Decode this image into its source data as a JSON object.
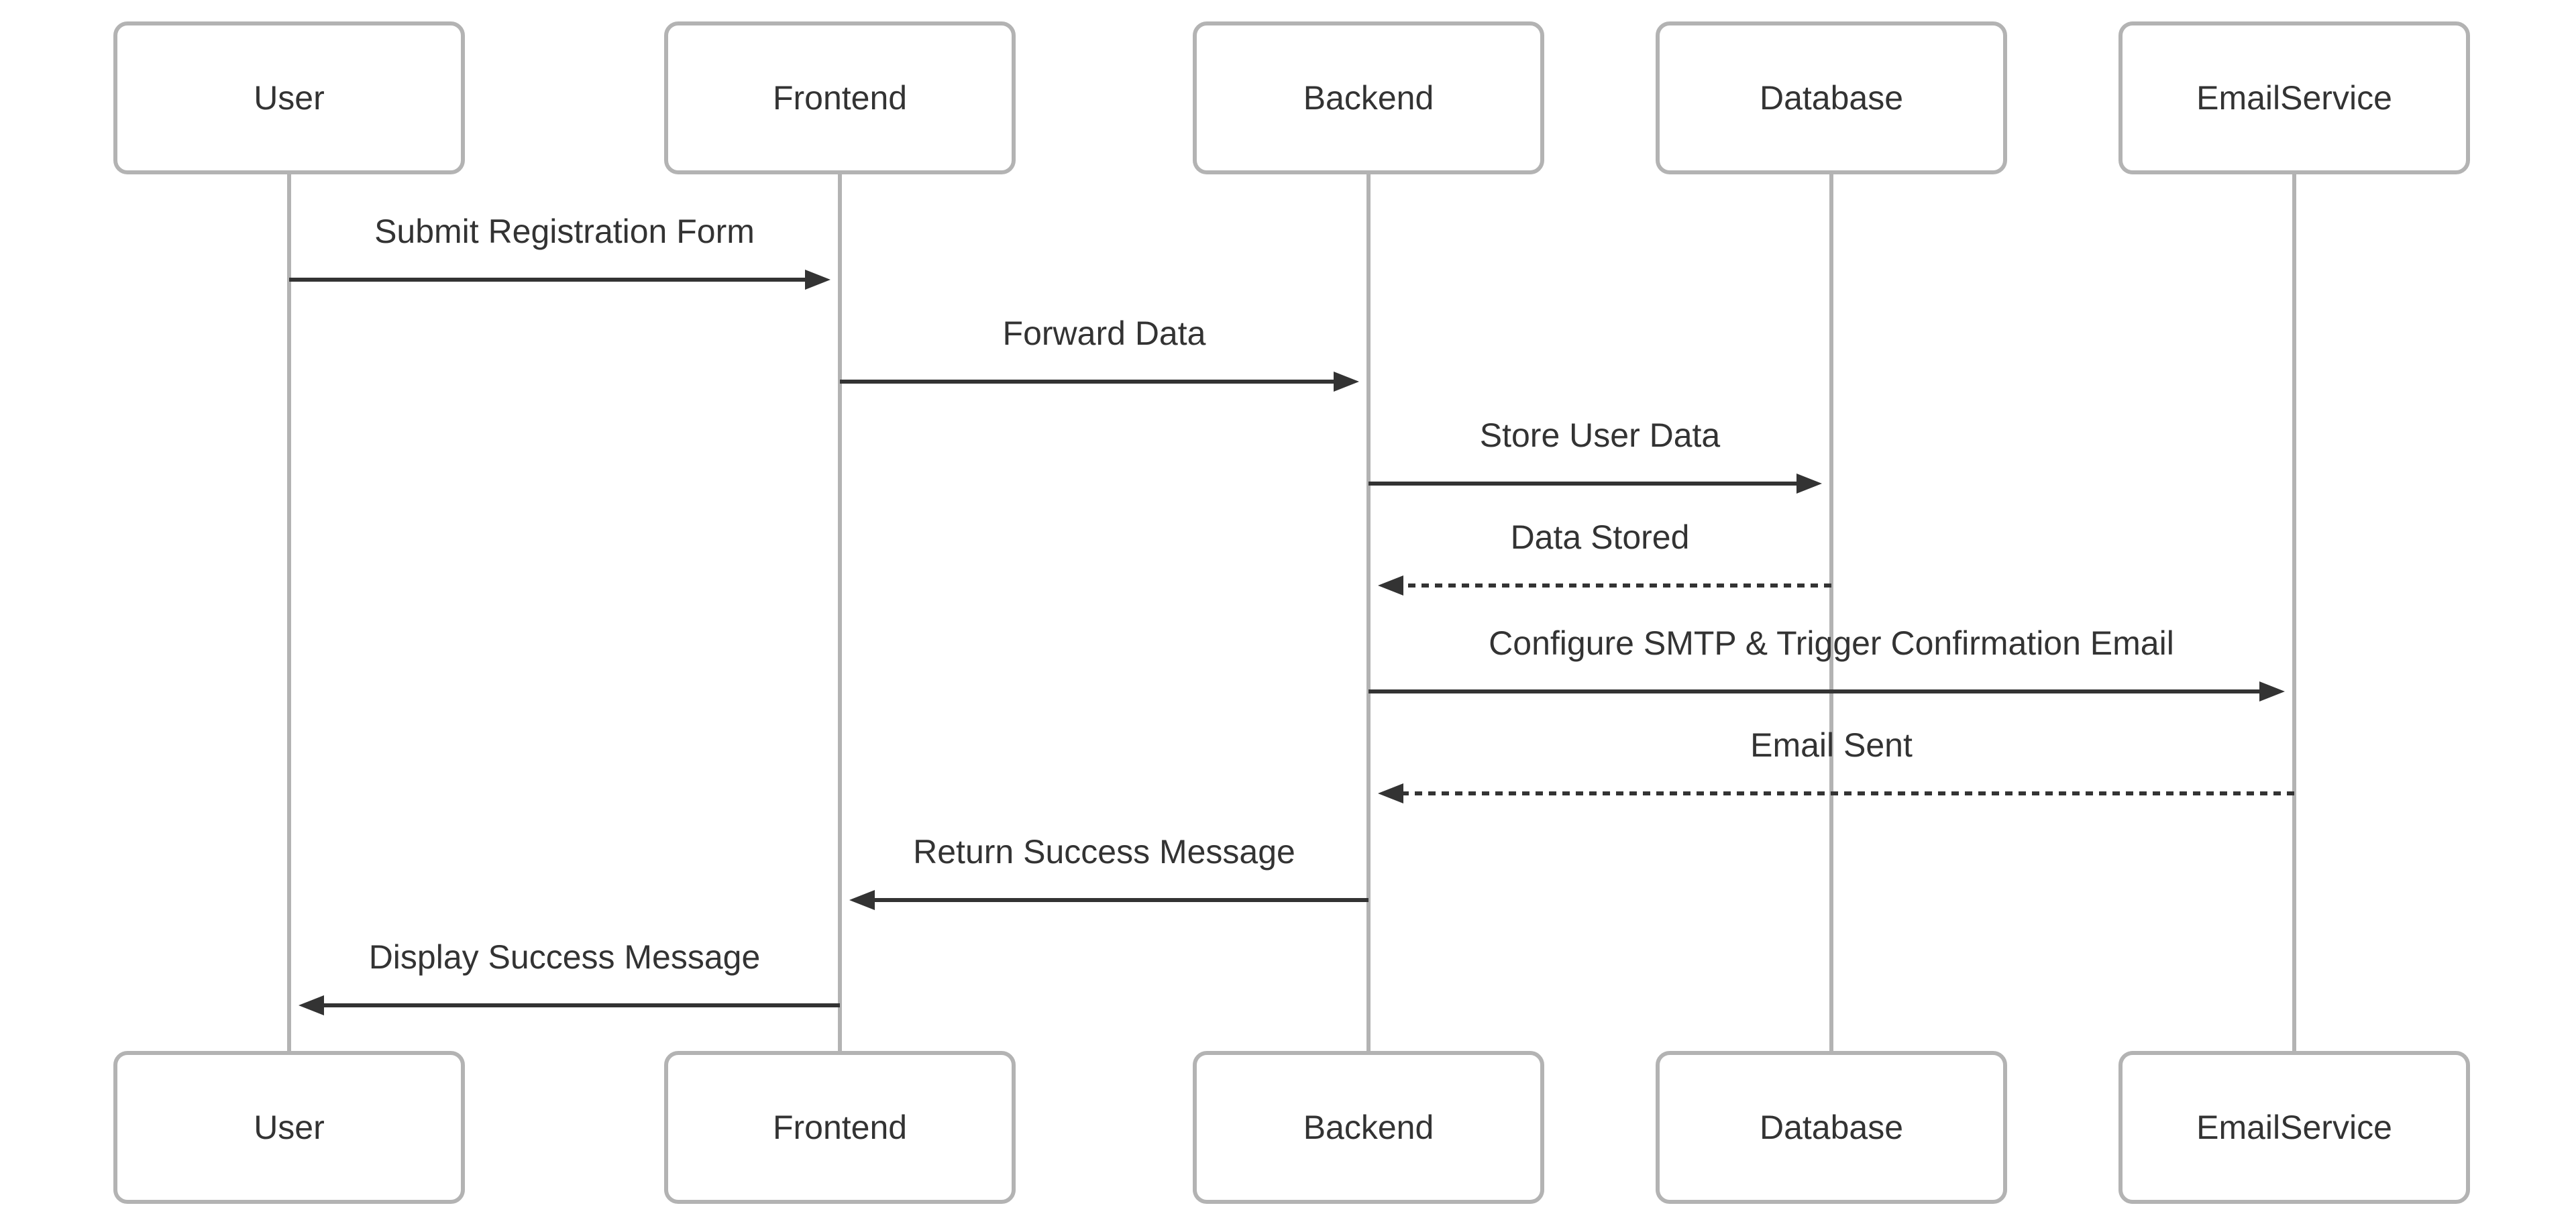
{
  "diagram": {
    "type": "sequence",
    "colors": {
      "actor_border": "#b3b3b3",
      "actor_fill": "#ffffff",
      "lifeline": "#b3b3b3",
      "message": "#333333",
      "text": "#333333"
    },
    "participants": [
      {
        "id": "user",
        "label": "User"
      },
      {
        "id": "frontend",
        "label": "Frontend"
      },
      {
        "id": "backend",
        "label": "Backend"
      },
      {
        "id": "database",
        "label": "Database"
      },
      {
        "id": "emailservice",
        "label": "EmailService"
      }
    ],
    "messages": [
      {
        "from": "user",
        "to": "frontend",
        "label": "Submit Registration Form",
        "style": "solid"
      },
      {
        "from": "frontend",
        "to": "backend",
        "label": "Forward Data",
        "style": "solid"
      },
      {
        "from": "backend",
        "to": "database",
        "label": "Store User Data",
        "style": "solid"
      },
      {
        "from": "database",
        "to": "backend",
        "label": "Data Stored",
        "style": "dashed"
      },
      {
        "from": "backend",
        "to": "emailservice",
        "label": "Configure SMTP & Trigger Confirmation Email",
        "style": "solid"
      },
      {
        "from": "emailservice",
        "to": "backend",
        "label": "Email Sent",
        "style": "dashed"
      },
      {
        "from": "backend",
        "to": "frontend",
        "label": "Return Success Message",
        "style": "solid"
      },
      {
        "from": "frontend",
        "to": "user",
        "label": "Display Success Message",
        "style": "solid"
      }
    ]
  }
}
